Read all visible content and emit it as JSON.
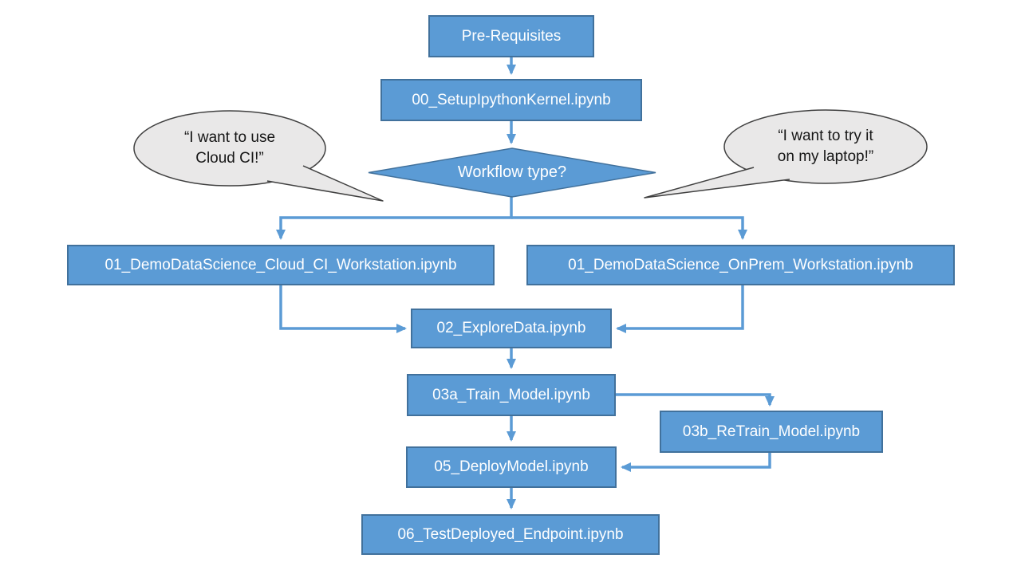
{
  "diagram": {
    "description": "Data science notebook workflow flowchart",
    "colors": {
      "node_fill": "#5b9bd5",
      "node_border": "#41719c",
      "node_text": "#ffffff",
      "connector": "#5b9bd5",
      "bubble_fill": "#e9e8e8",
      "bubble_border": "#404040",
      "bubble_text": "#161616",
      "background": "#ffffff"
    },
    "nodes": {
      "prereq": "Pre-Requisites",
      "setup": "00_SetupIpythonKernel.ipynb",
      "decision": "Workflow type?",
      "cloud": "01_DemoDataScience_Cloud_CI_Workstation.ipynb",
      "onprem": "01_DemoDataScience_OnPrem_Workstation.ipynb",
      "explore": "02_ExploreData.ipynb",
      "train": "03a_Train_Model.ipynb",
      "retrain": "03b_ReTrain_Model.ipynb",
      "deploy": "05_DeployModel.ipynb",
      "test": "06_TestDeployed_Endpoint.ipynb"
    },
    "bubbles": {
      "left": {
        "line1": "“I want to use",
        "line2": "Cloud CI!”"
      },
      "right": {
        "line1": "“I want to try it",
        "line2": "on my laptop!”"
      }
    },
    "edges": [
      "prereq -> setup",
      "setup -> decision",
      "decision -> cloud",
      "decision -> onprem",
      "cloud -> explore",
      "onprem -> explore",
      "explore -> train",
      "train -> retrain",
      "train -> deploy",
      "retrain -> deploy",
      "deploy -> test"
    ]
  }
}
